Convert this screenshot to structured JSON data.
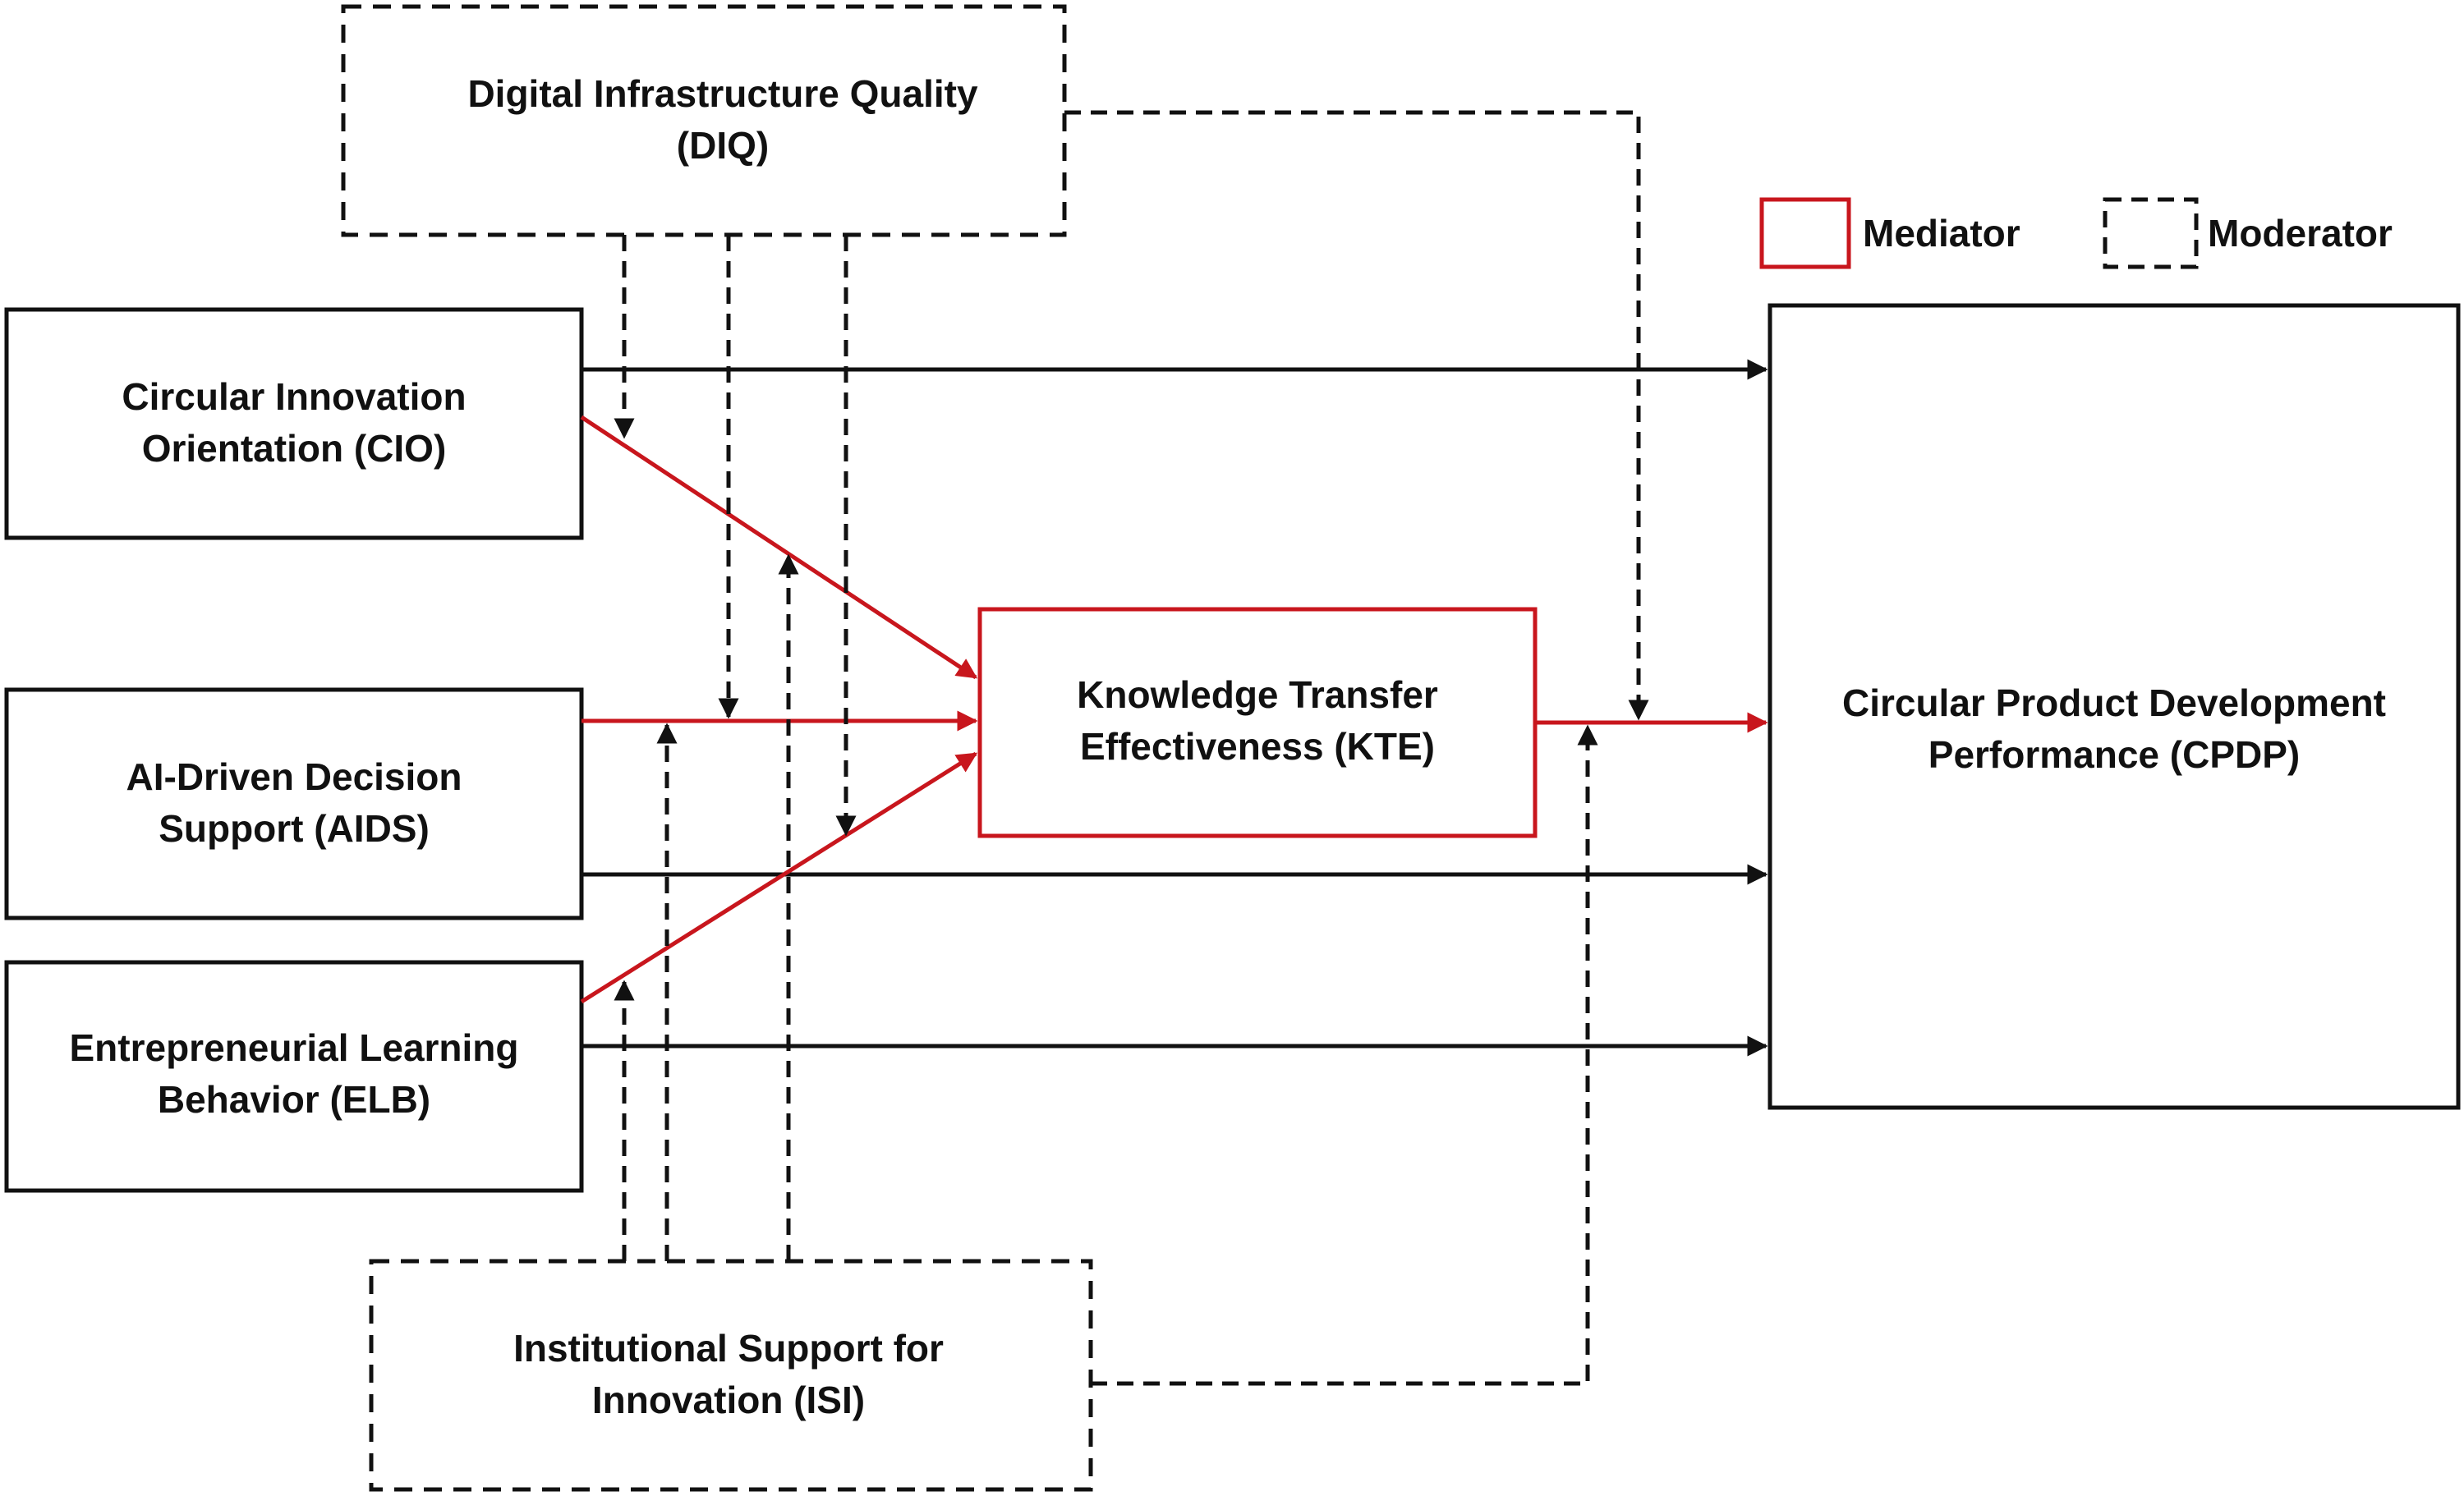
{
  "colors": {
    "mediator": "#c8161d",
    "moderator": "#111111",
    "direct": "#111111",
    "background": "#ffffff"
  },
  "legend": {
    "mediator_label": "Mediator",
    "moderator_label": "Moderator"
  },
  "nodes": {
    "diq": {
      "line1": "Digital Infrastructure Quality",
      "line2": "(DIQ)"
    },
    "cio": {
      "line1": "Circular Innovation",
      "line2": "Orientation (CIO)"
    },
    "aids": {
      "line1": "AI-Driven Decision",
      "line2": "Support (AIDS)"
    },
    "elb": {
      "line1": "Entrepreneurial Learning",
      "line2": "Behavior (ELB)"
    },
    "kte": {
      "line1": "Knowledge Transfer",
      "line2": "Effectiveness (KTE)"
    },
    "cpdp": {
      "line1": "Circular Product Development",
      "line2": "Performance (CPDP)"
    },
    "isi": {
      "line1": "Institutional Support for",
      "line2": "Innovation (ISI)"
    }
  },
  "relationships": [
    {
      "from": "CIO",
      "to": "CPDP",
      "type": "direct"
    },
    {
      "from": "AIDS",
      "to": "CPDP",
      "type": "direct"
    },
    {
      "from": "ELB",
      "to": "CPDP",
      "type": "direct"
    },
    {
      "from": "CIO",
      "to": "KTE",
      "type": "mediated"
    },
    {
      "from": "AIDS",
      "to": "KTE",
      "type": "mediated"
    },
    {
      "from": "ELB",
      "to": "KTE",
      "type": "mediated"
    },
    {
      "from": "KTE",
      "to": "CPDP",
      "type": "mediated"
    },
    {
      "from": "DIQ",
      "to": "CIO-KTE path",
      "type": "moderation"
    },
    {
      "from": "DIQ",
      "to": "AIDS-KTE path",
      "type": "moderation"
    },
    {
      "from": "DIQ",
      "to": "ELB-KTE path",
      "type": "moderation"
    },
    {
      "from": "DIQ",
      "to": "KTE-CPDP path",
      "type": "moderation"
    },
    {
      "from": "ISI",
      "to": "CIO-KTE path",
      "type": "moderation"
    },
    {
      "from": "ISI",
      "to": "AIDS-KTE path",
      "type": "moderation"
    },
    {
      "from": "ISI",
      "to": "ELB-KTE path",
      "type": "moderation"
    },
    {
      "from": "ISI",
      "to": "KTE-CPDP path",
      "type": "moderation"
    }
  ]
}
